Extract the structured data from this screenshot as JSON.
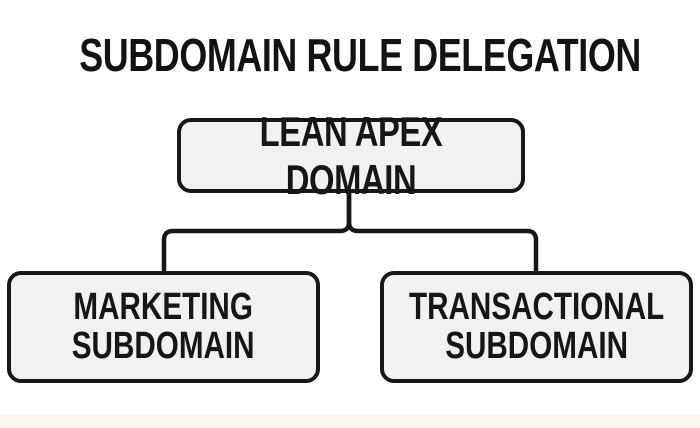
{
  "diagram": {
    "title": "SUBDOMAIN RULE DELEGATION",
    "nodes": {
      "root": {
        "id": "lean-apex-domain",
        "label": "LEAN APEX DOMAIN"
      },
      "left": {
        "id": "marketing-subdomain",
        "label": "MARKETING\nSUBDOMAIN"
      },
      "right": {
        "id": "transactional-subdomain",
        "label": "TRANSACTIONAL\nSUBDOMAIN"
      }
    },
    "edges": [
      {
        "from": "lean-apex-domain",
        "to": "marketing-subdomain"
      },
      {
        "from": "lean-apex-domain",
        "to": "transactional-subdomain"
      }
    ],
    "colors": {
      "background": "#ffffff",
      "node_fill": "#f1f1ef",
      "node_border": "#171717",
      "text": "#161616",
      "connector": "#171717",
      "bottom_tint": "#f9f4ea"
    }
  }
}
